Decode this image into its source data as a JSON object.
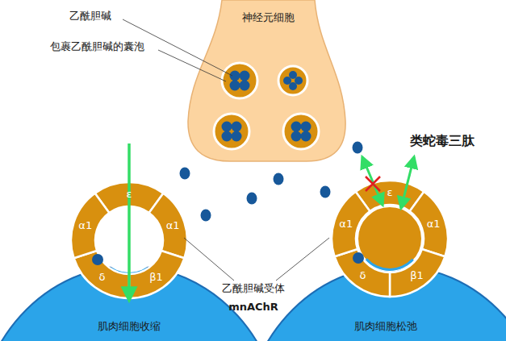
{
  "diagram": {
    "nodes": [
      {
        "text": [
          "神经元细胞"
        ]
      },
      {
        "text": [
          "肌肉细胞收缩"
        ]
      },
      {
        "text": [
          "肌肉细胞松弛"
        ]
      }
    ],
    "labels": [
      "乙酰胆碱",
      "包裹乙酰胆碱的囊泡",
      "类蛇毒三肽",
      "乙酰胆碱受体",
      "mnAChR",
      "ε",
      "α1",
      "α1",
      "δ",
      "β1",
      "ε",
      "α1",
      "α1",
      "δ",
      "β1"
    ]
  }
}
